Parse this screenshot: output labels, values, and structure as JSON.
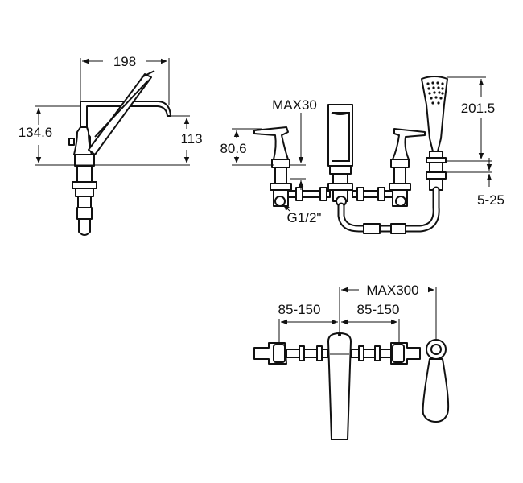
{
  "dimensions": {
    "spout_length": "198",
    "total_height": "134.6",
    "spout_height": "113",
    "handle_height": "80.6",
    "deck_thickness_max": "MAX30",
    "thread_size": "G1/2\"",
    "handshower_length": "201.5",
    "handshower_gap": "5-25",
    "hose_reach_max": "MAX300",
    "spacing_left": "85-150",
    "spacing_right": "85-150"
  },
  "colors": {
    "line": "#111111",
    "background": "#ffffff"
  }
}
